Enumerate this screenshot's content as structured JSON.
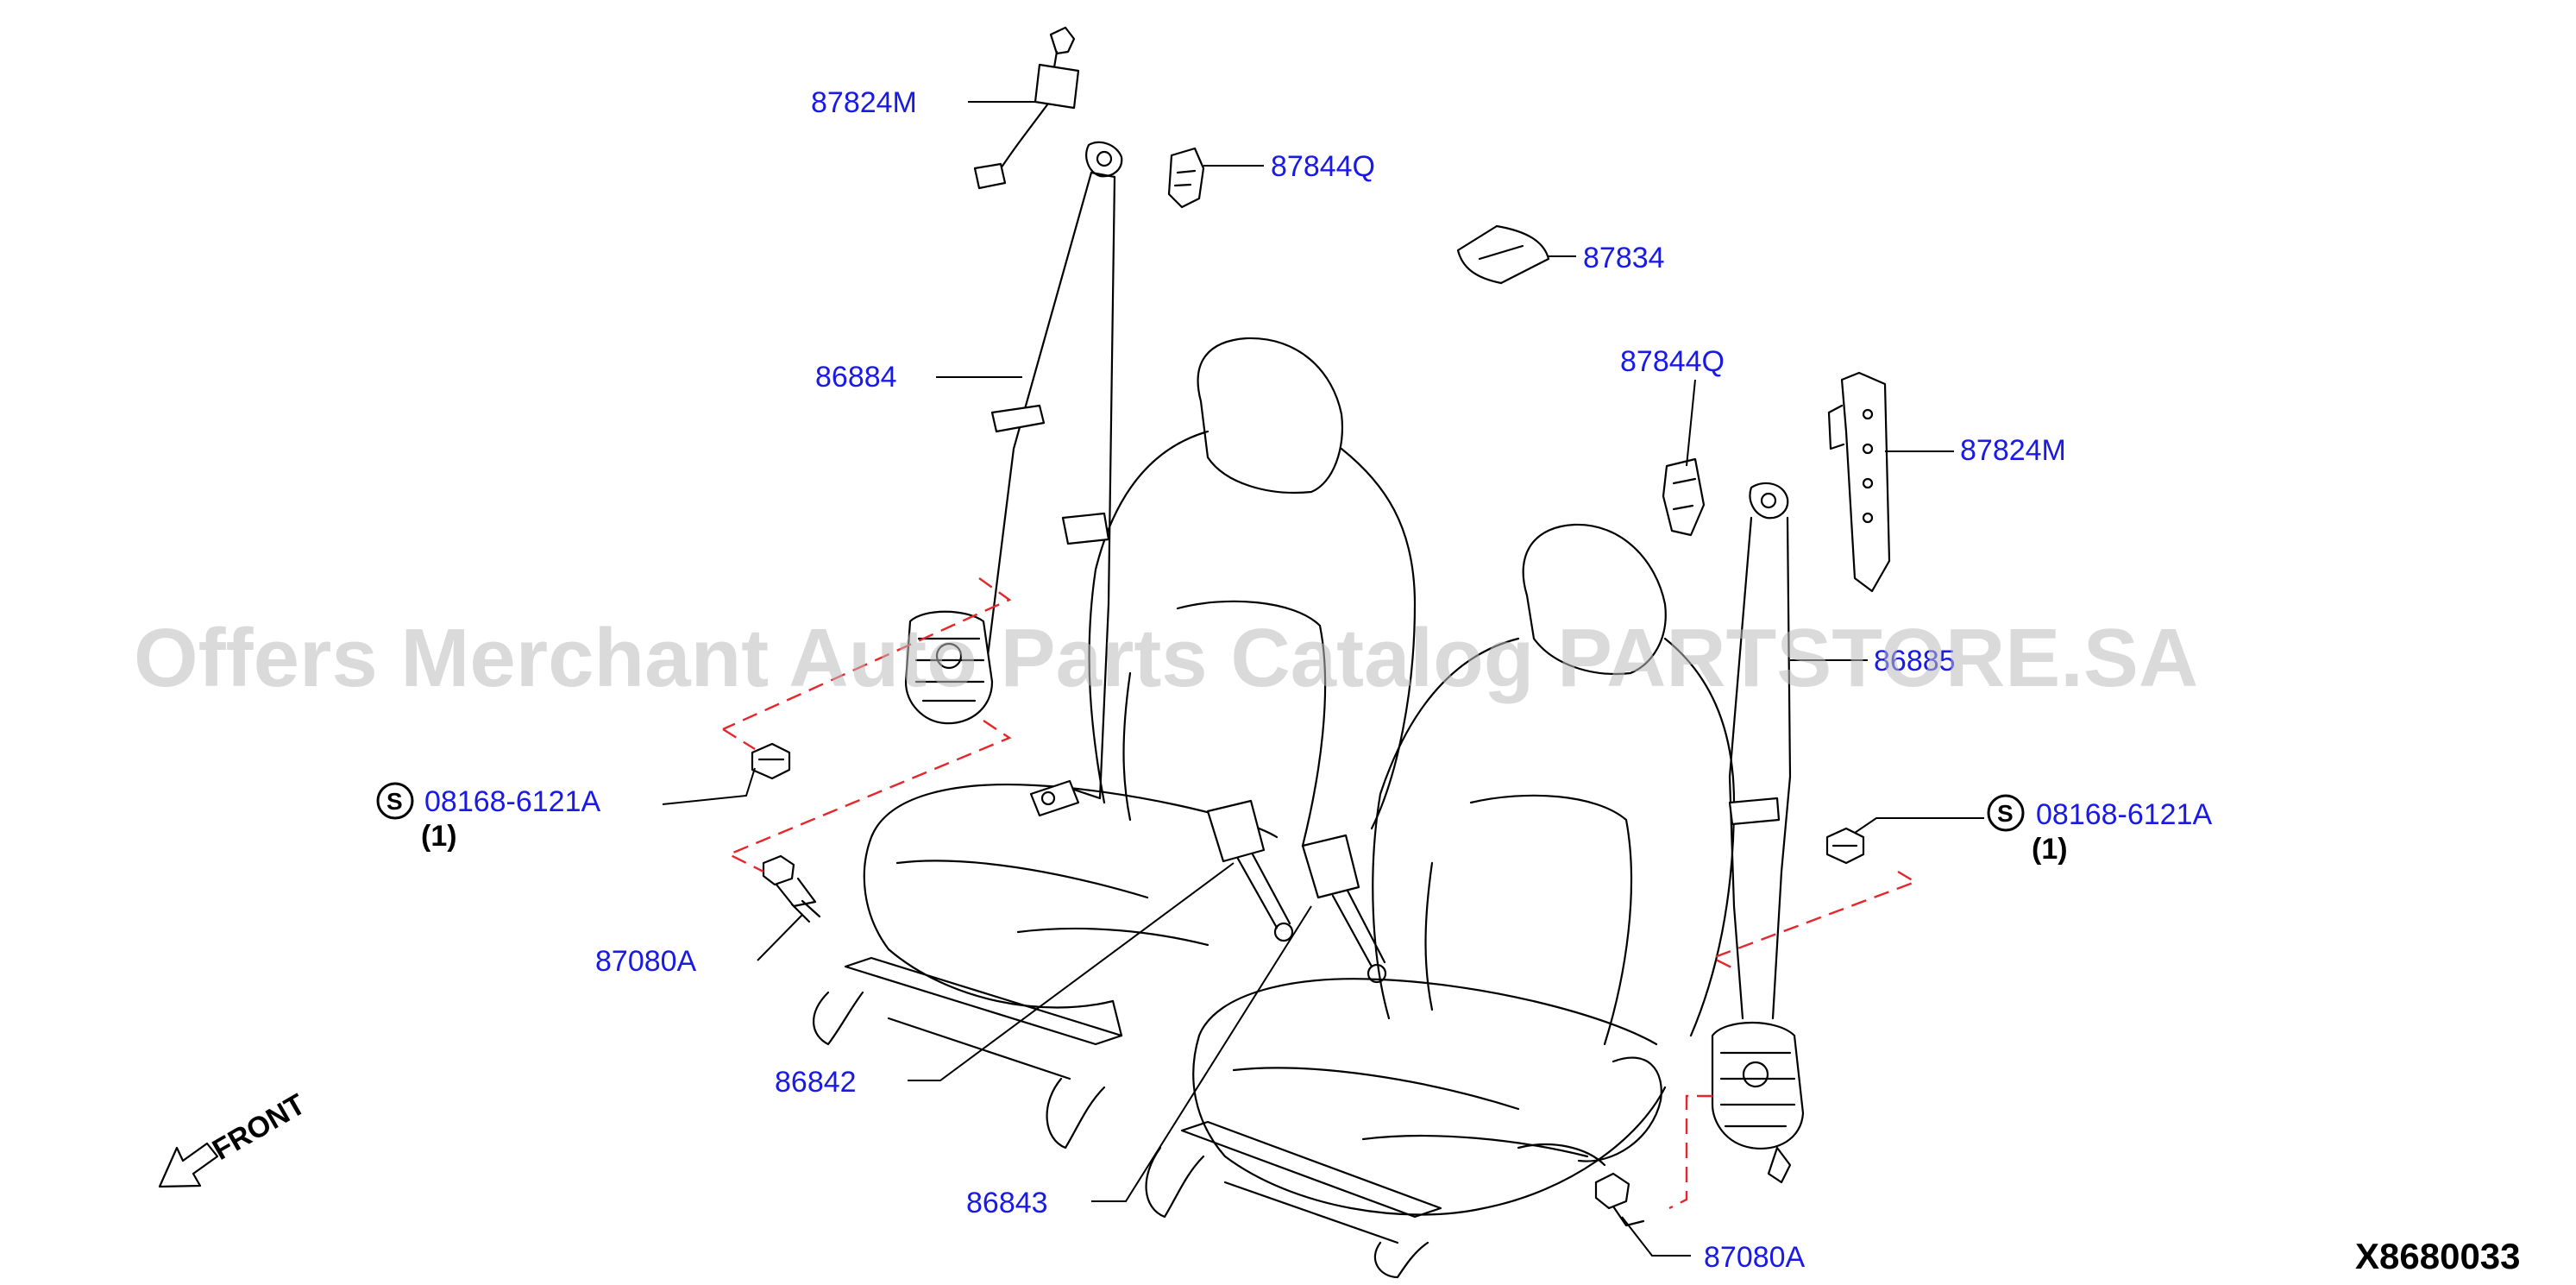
{
  "diagram": {
    "part_labels": {
      "l_87824M": "87824M",
      "l_87844Q_top": "87844Q",
      "l_87834": "87834",
      "l_86884": "86884",
      "l_87844Q_right": "87844Q",
      "l_87824M_right": "87824M",
      "l_86885": "86885",
      "l_08168_left": "08168-6121A",
      "l_08168_right": "08168-6121A",
      "l_87080A_left": "87080A",
      "l_86842": "86842",
      "l_86843": "86843",
      "l_87080A_right": "87080A"
    },
    "qty_left": "(1)",
    "qty_right": "(1)",
    "s_symbol": "S",
    "front_label": "FRONT",
    "diagram_code": "X8680033",
    "watermark": "Offers Merchant Auto Parts Catalog PARTSTORE.SA"
  }
}
